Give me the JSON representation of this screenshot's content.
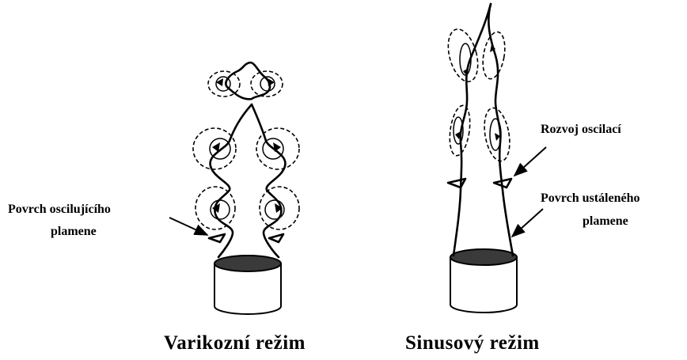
{
  "varicose": {
    "label_surface": [
      "Povrch oscilujícího",
      "plamene"
    ],
    "caption": "Varikozní  režim"
  },
  "sinuous": {
    "label_oscillation": "Rozvoj oscilací",
    "label_surface": [
      "Povrch ustáleného",
      "plamene"
    ],
    "caption": "Sinusový režim"
  }
}
